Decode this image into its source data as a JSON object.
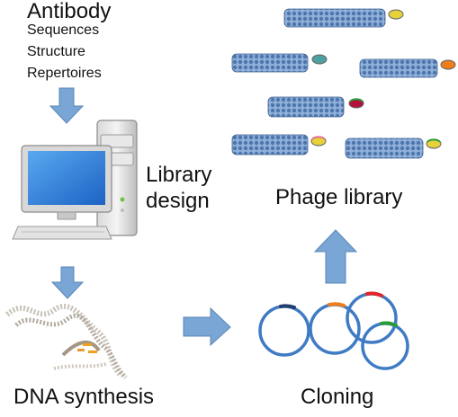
{
  "labels": {
    "antibody": "Antibody",
    "sequences": "Sequences",
    "structure": "Structure",
    "repertoires": "Repertoires",
    "library_design_line1": "Library",
    "library_design_line2": "design",
    "phage_library": "Phage library",
    "dna_synthesis": "DNA synthesis",
    "cloning": "Cloning"
  },
  "colors": {
    "arrow": "#7aa6d6",
    "arrow_stroke": "#5a86b8",
    "plasmid": "#3f7bc4",
    "phage_body": "#6f96c8",
    "phage_dark": "#3d5f92",
    "insert_orange": "#ef7d1a",
    "insert_red": "#e0262a",
    "insert_green": "#2a9a3a",
    "insert_navy": "#233d6e"
  },
  "icons": [
    "computer-icon",
    "dna-helix-icon",
    "phage-particle-icon",
    "plasmid-icon",
    "arrow-icon"
  ]
}
